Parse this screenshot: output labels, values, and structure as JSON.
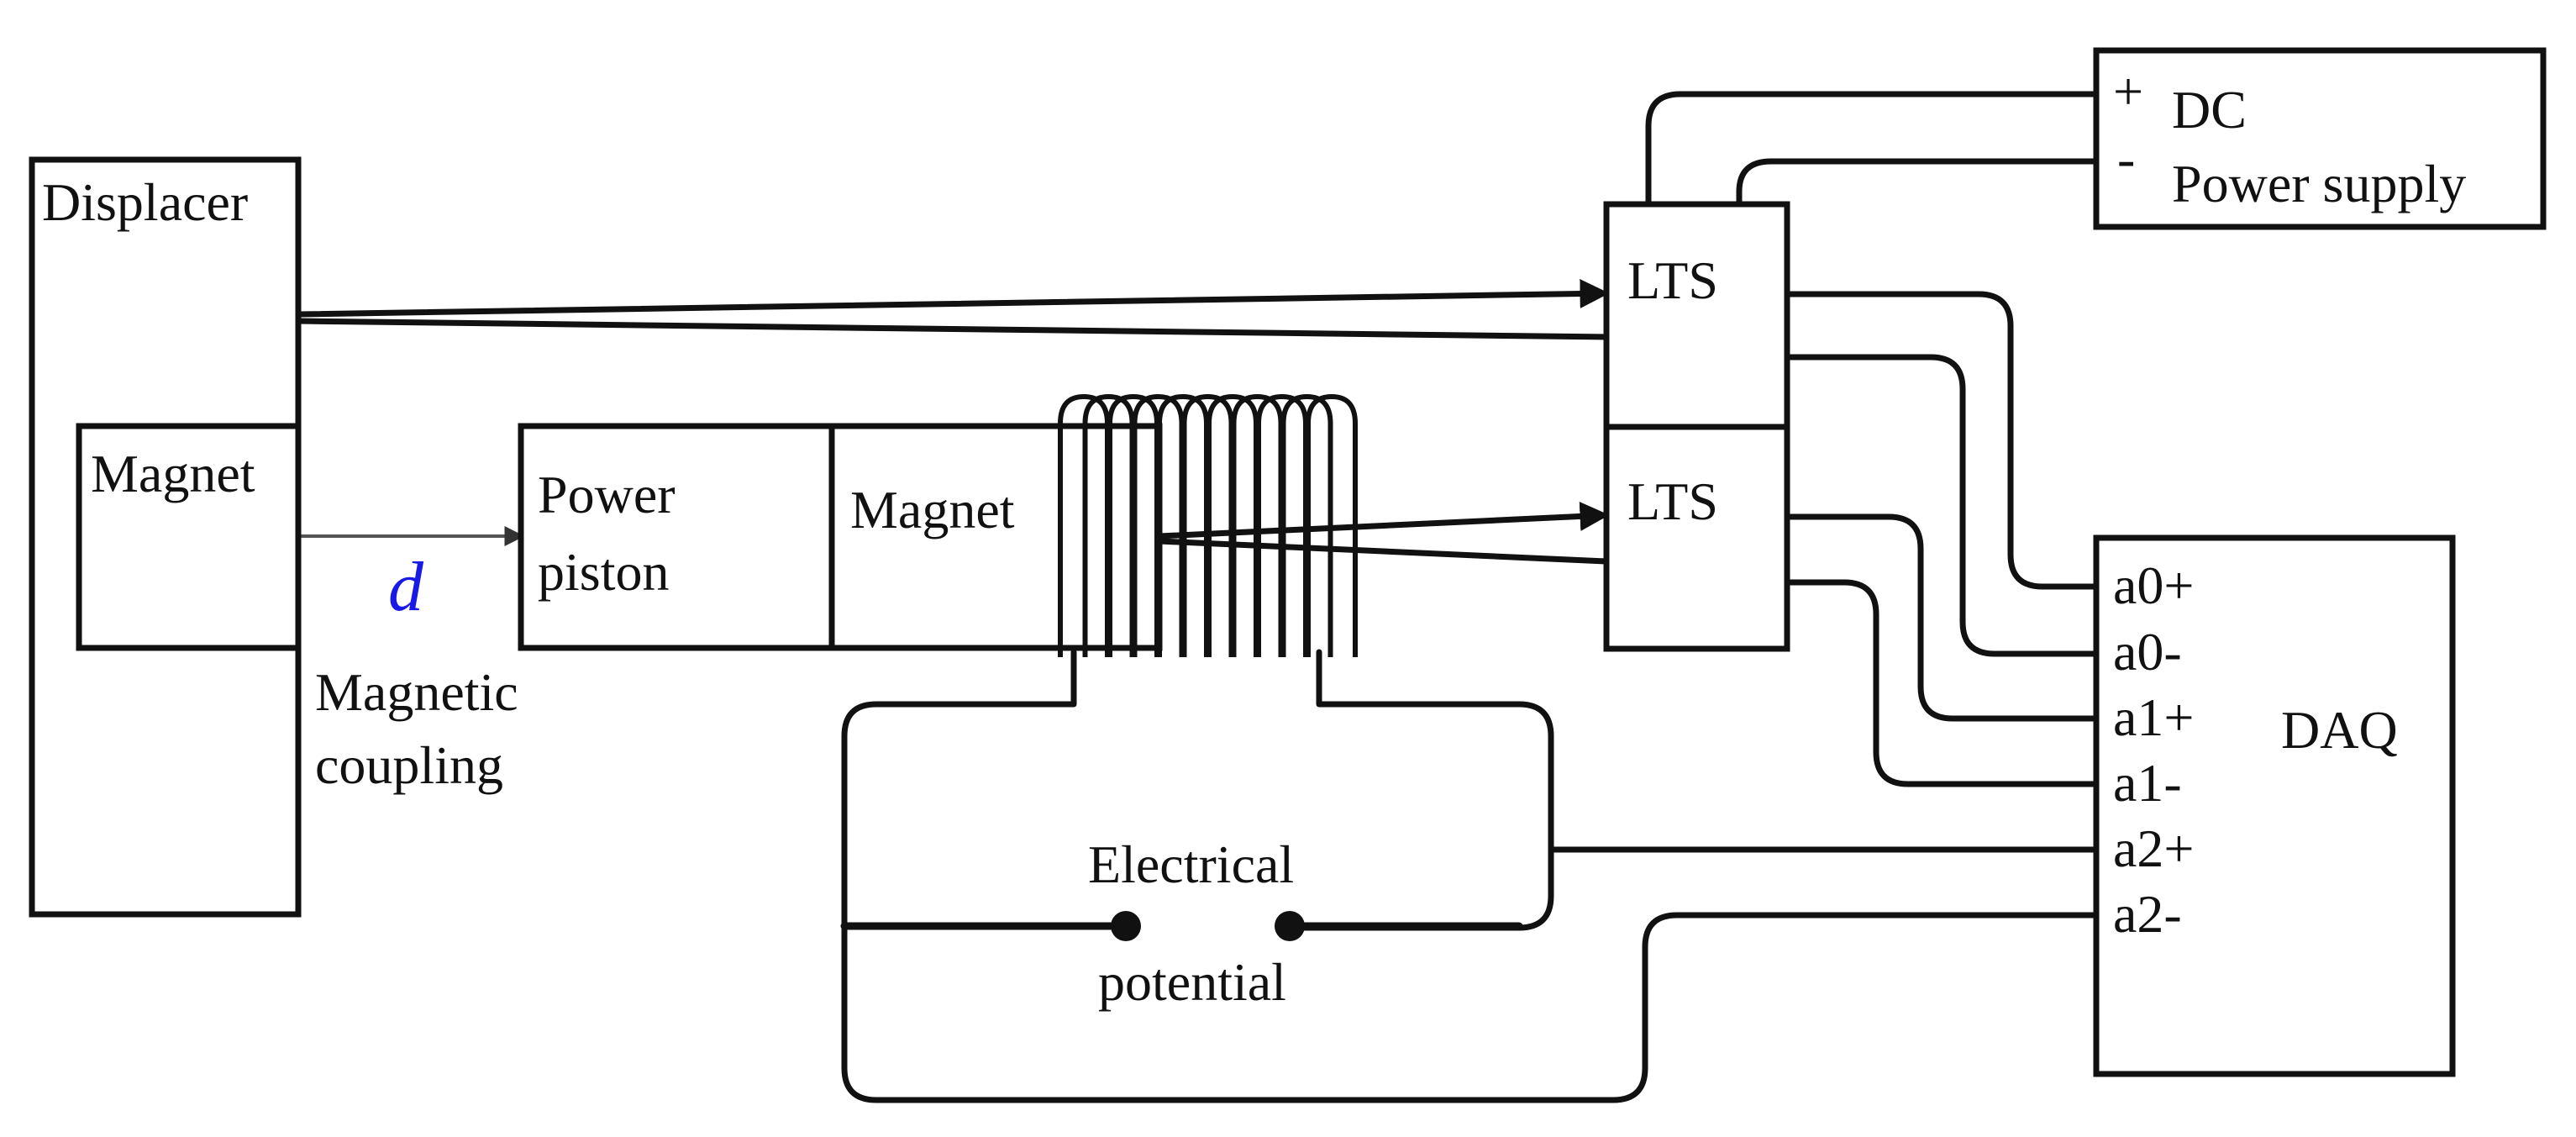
{
  "labels": {
    "displacer": "Displacer",
    "magnet_left": "Magnet",
    "power_piston_line1": "Power",
    "power_piston_line2": "piston",
    "magnet_right": "Magnet",
    "d_symbol": "d",
    "magnetic_coupling_line1": "Magnetic",
    "magnetic_coupling_line2": "coupling",
    "lts_top": "LTS",
    "lts_bottom": "LTS",
    "dc_plus": "+",
    "dc_minus": "-",
    "dc_line1": "DC",
    "dc_line2": "Power supply",
    "electrical_line1": "Electrical",
    "electrical_line2": "potential",
    "daq": "DAQ"
  },
  "daq_pins": [
    "a0+",
    "a0-",
    "a1+",
    "a1-",
    "a2+",
    "a2-"
  ],
  "colors": {
    "line": "#111111",
    "symbol_d": "#1a1ae6"
  }
}
